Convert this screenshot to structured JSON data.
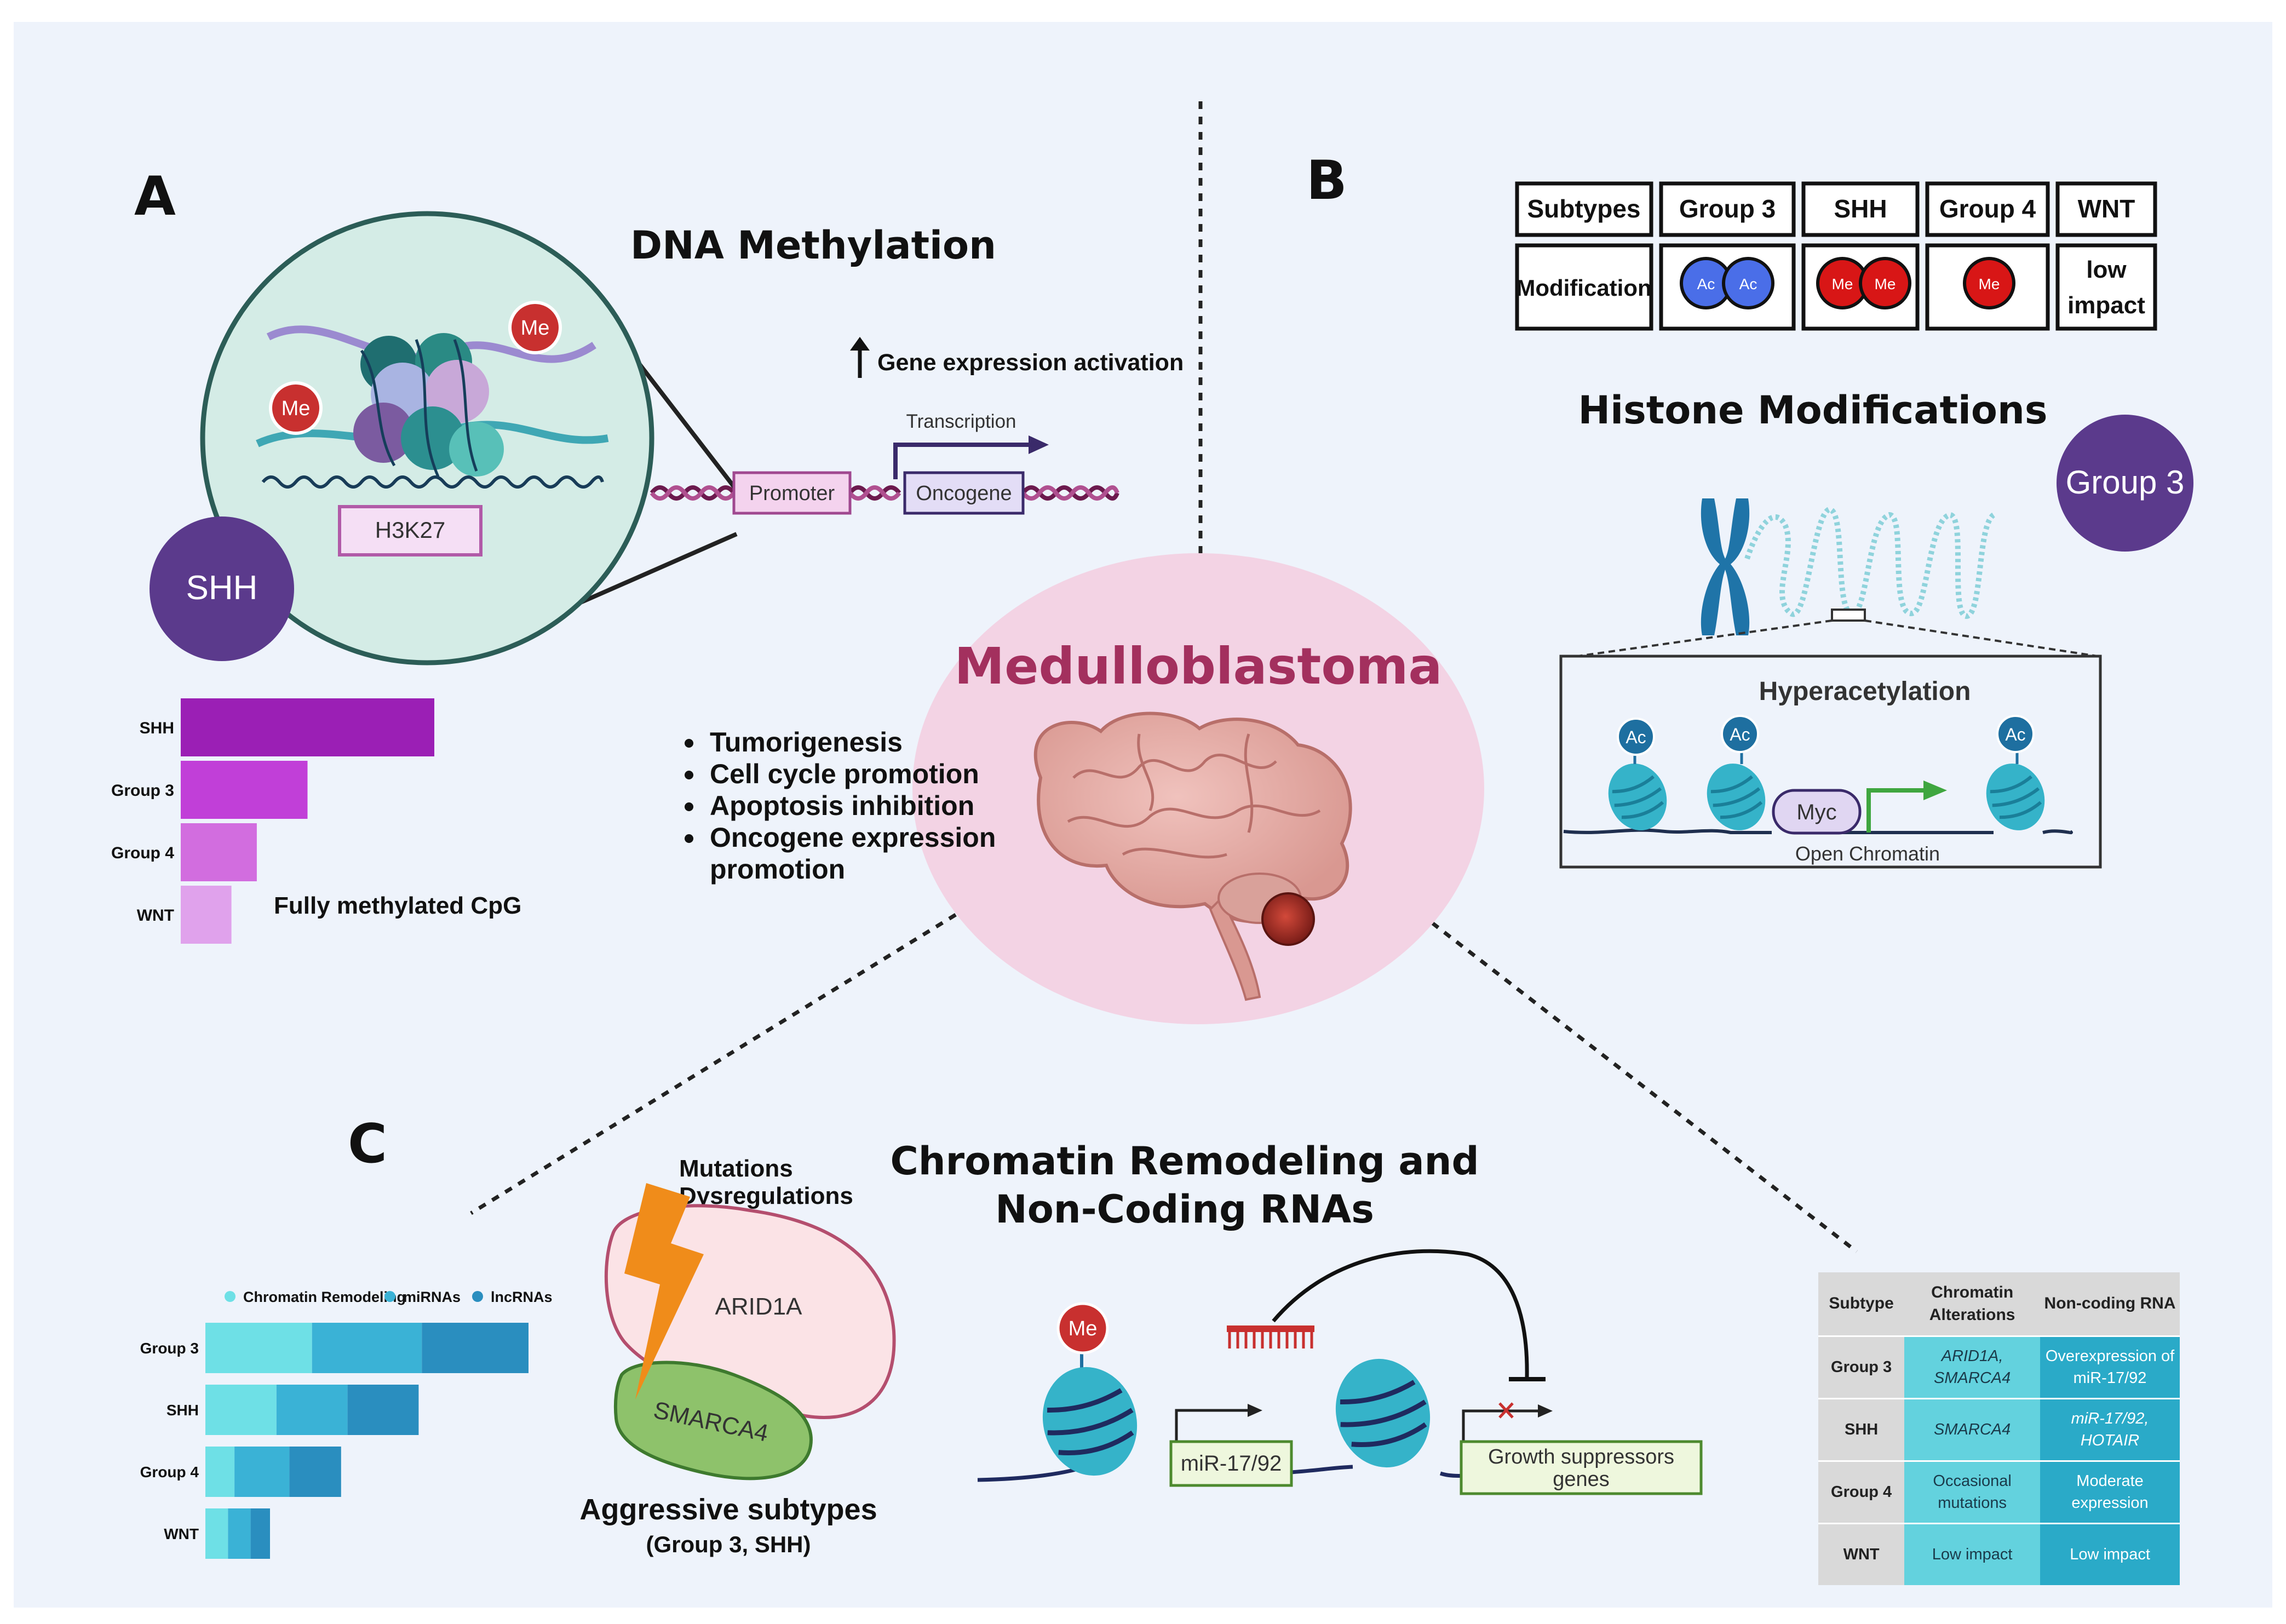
{
  "colors": {
    "background": "#eef3fb",
    "purple_circle": "#5b3a8c",
    "methyl_red": "#c8302f",
    "acetyl_blue": "#1e6fa0",
    "nucleosome_teal": "#35b3c9",
    "brain_ellipse": "#f3d3e4",
    "title_magenta": "#a3305e"
  },
  "panel_a": {
    "letter": "A",
    "title": "DNA Methylation",
    "me_label": "Me",
    "h3k27": "H3K27",
    "shh": "SHH",
    "gene_expression": "Gene expression activation",
    "transcription": "Transcription",
    "promoter": "Promoter",
    "oncogene": "Oncogene",
    "fully_methylated": "Fully methylated CpG"
  },
  "chart_data": [
    {
      "type": "bar",
      "orientation": "horizontal",
      "categories": [
        "SHH",
        "Group 3",
        "Group 4",
        "WNT"
      ],
      "values": [
        100,
        50,
        30,
        20
      ],
      "colors": [
        "#9b1fb5",
        "#c13fd8",
        "#d26ddf",
        "#e0a2ec"
      ],
      "title": "",
      "xlabel": "Fully methylated CpG",
      "ylabel": "",
      "grid": false
    },
    {
      "type": "bar",
      "orientation": "horizontal",
      "stacked": true,
      "categories": [
        "Group 3",
        "SHH",
        "Group 4",
        "WNT"
      ],
      "series": [
        {
          "name": "Chromatin Remodeling",
          "color": "#6ee0e6",
          "values": [
            33,
            22,
            9,
            7
          ]
        },
        {
          "name": "miRNAs",
          "color": "#3ab2d6",
          "values": [
            34,
            22,
            17,
            7
          ]
        },
        {
          "name": "lncRNAs",
          "color": "#2a8ebf",
          "values": [
            33,
            22,
            16,
            6
          ]
        }
      ],
      "title": "",
      "legend": "top",
      "grid": false
    }
  ],
  "center": {
    "title": "Medulloblastoma",
    "bullets": [
      "Tumorigenesis",
      "Cell cycle promotion",
      "Apoptosis inhibition",
      "Oncogene expression",
      "promotion"
    ]
  },
  "panel_b": {
    "letter": "B",
    "title": "Histone Modifications",
    "table_header": [
      "Subtypes",
      "Group 3",
      "SHH",
      "Group 4",
      "WNT"
    ],
    "row_label": "Modification",
    "ac_label": "Ac",
    "me_label": "Me",
    "low_impact": [
      "low",
      "impact"
    ],
    "group3_badge": "Group 3",
    "hyperacetylation": "Hyperacetylation",
    "myc": "Myc",
    "open_chromatin": "Open Chromatin"
  },
  "panel_c": {
    "letter": "C",
    "title_line1": "Chromatin Remodeling and",
    "title_line2": "Non-Coding RNAs",
    "mutations": "Mutations",
    "dysregulations": "Dysregulations",
    "arid1a": "ARID1A",
    "smarca4": "SMARCA4",
    "aggressive": "Aggressive subtypes",
    "aggressive_sub": "(Group 3, SHH)",
    "me_label": "Me",
    "mir": "miR-17/92",
    "growth_line1": "Growth suppressors",
    "growth_line2": "genes"
  },
  "table": {
    "headers": [
      "Subtype",
      "Chromatin Alterations",
      "Non-coding RNA"
    ],
    "rows": [
      {
        "subtype": "Group 3",
        "chromatin": "ARID1A, SMARCA4",
        "ncrna": "Overexpression of miR-17/92"
      },
      {
        "subtype": "SHH",
        "chromatin": "SMARCA4",
        "ncrna": "miR-17/92, HOTAIR"
      },
      {
        "subtype": "Group 4",
        "chromatin": "Occasional mutations",
        "ncrna": "Moderate expression"
      },
      {
        "subtype": "WNT",
        "chromatin": "Low impact",
        "ncrna": "Low impact"
      }
    ]
  }
}
